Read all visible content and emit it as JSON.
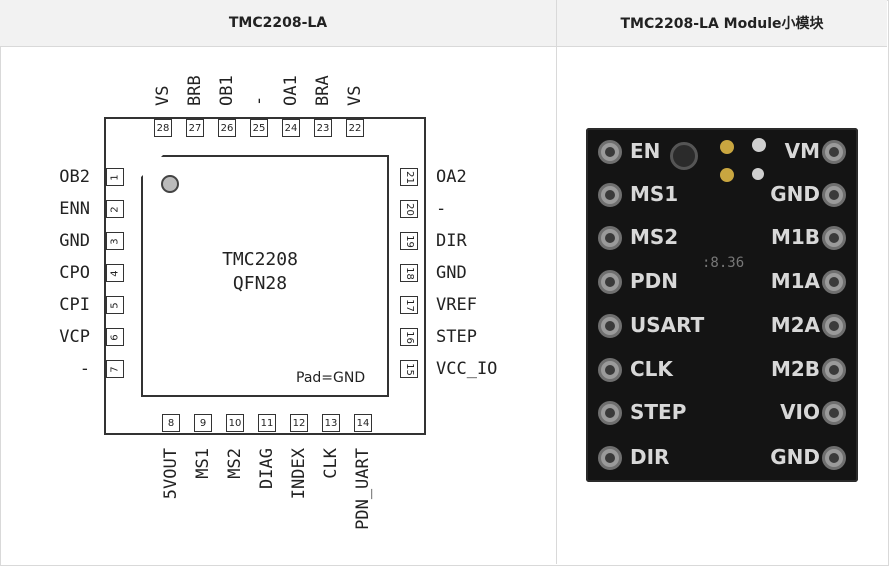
{
  "header": {
    "left_title": "TMC2208-LA",
    "right_title": "TMC2208-LA Module小模块"
  },
  "chip": {
    "name_line1": "TMC2208",
    "name_line2": "QFN28",
    "pad_note": "Pad=GND",
    "top_pins": [
      {
        "num": "28",
        "label": "VS"
      },
      {
        "num": "27",
        "label": "BRB"
      },
      {
        "num": "26",
        "label": "OB1"
      },
      {
        "num": "25",
        "label": "-"
      },
      {
        "num": "24",
        "label": "OA1"
      },
      {
        "num": "23",
        "label": "BRA"
      },
      {
        "num": "22",
        "label": "VS"
      }
    ],
    "left_pins": [
      {
        "num": "1",
        "label": "OB2"
      },
      {
        "num": "2",
        "label": "ENN"
      },
      {
        "num": "3",
        "label": "GND"
      },
      {
        "num": "4",
        "label": "CPO"
      },
      {
        "num": "5",
        "label": "CPI"
      },
      {
        "num": "6",
        "label": "VCP"
      },
      {
        "num": "7",
        "label": "-"
      }
    ],
    "right_pins": [
      {
        "num": "21",
        "label": "OA2"
      },
      {
        "num": "20",
        "label": "-"
      },
      {
        "num": "19",
        "label": "DIR"
      },
      {
        "num": "18",
        "label": "GND"
      },
      {
        "num": "17",
        "label": "VREF"
      },
      {
        "num": "16",
        "label": "STEP"
      },
      {
        "num": "15",
        "label": "VCC_IO"
      }
    ],
    "bottom_pins": [
      {
        "num": "8",
        "label": "5VOUT"
      },
      {
        "num": "9",
        "label": "MS1"
      },
      {
        "num": "10",
        "label": "MS2"
      },
      {
        "num": "11",
        "label": "DIAG"
      },
      {
        "num": "12",
        "label": "INDEX"
      },
      {
        "num": "13",
        "label": "CLK"
      },
      {
        "num": "14",
        "label": "PDN_UART"
      }
    ]
  },
  "module": {
    "board_marking": ":8.36",
    "left_labels": [
      "EN",
      "MS1",
      "MS2",
      "PDN",
      "USART",
      "CLK",
      "STEP",
      "DIR"
    ],
    "right_labels": [
      "VM",
      "GND",
      "M1B",
      "M1A",
      "M2A",
      "M2B",
      "VIO",
      "GND"
    ]
  }
}
